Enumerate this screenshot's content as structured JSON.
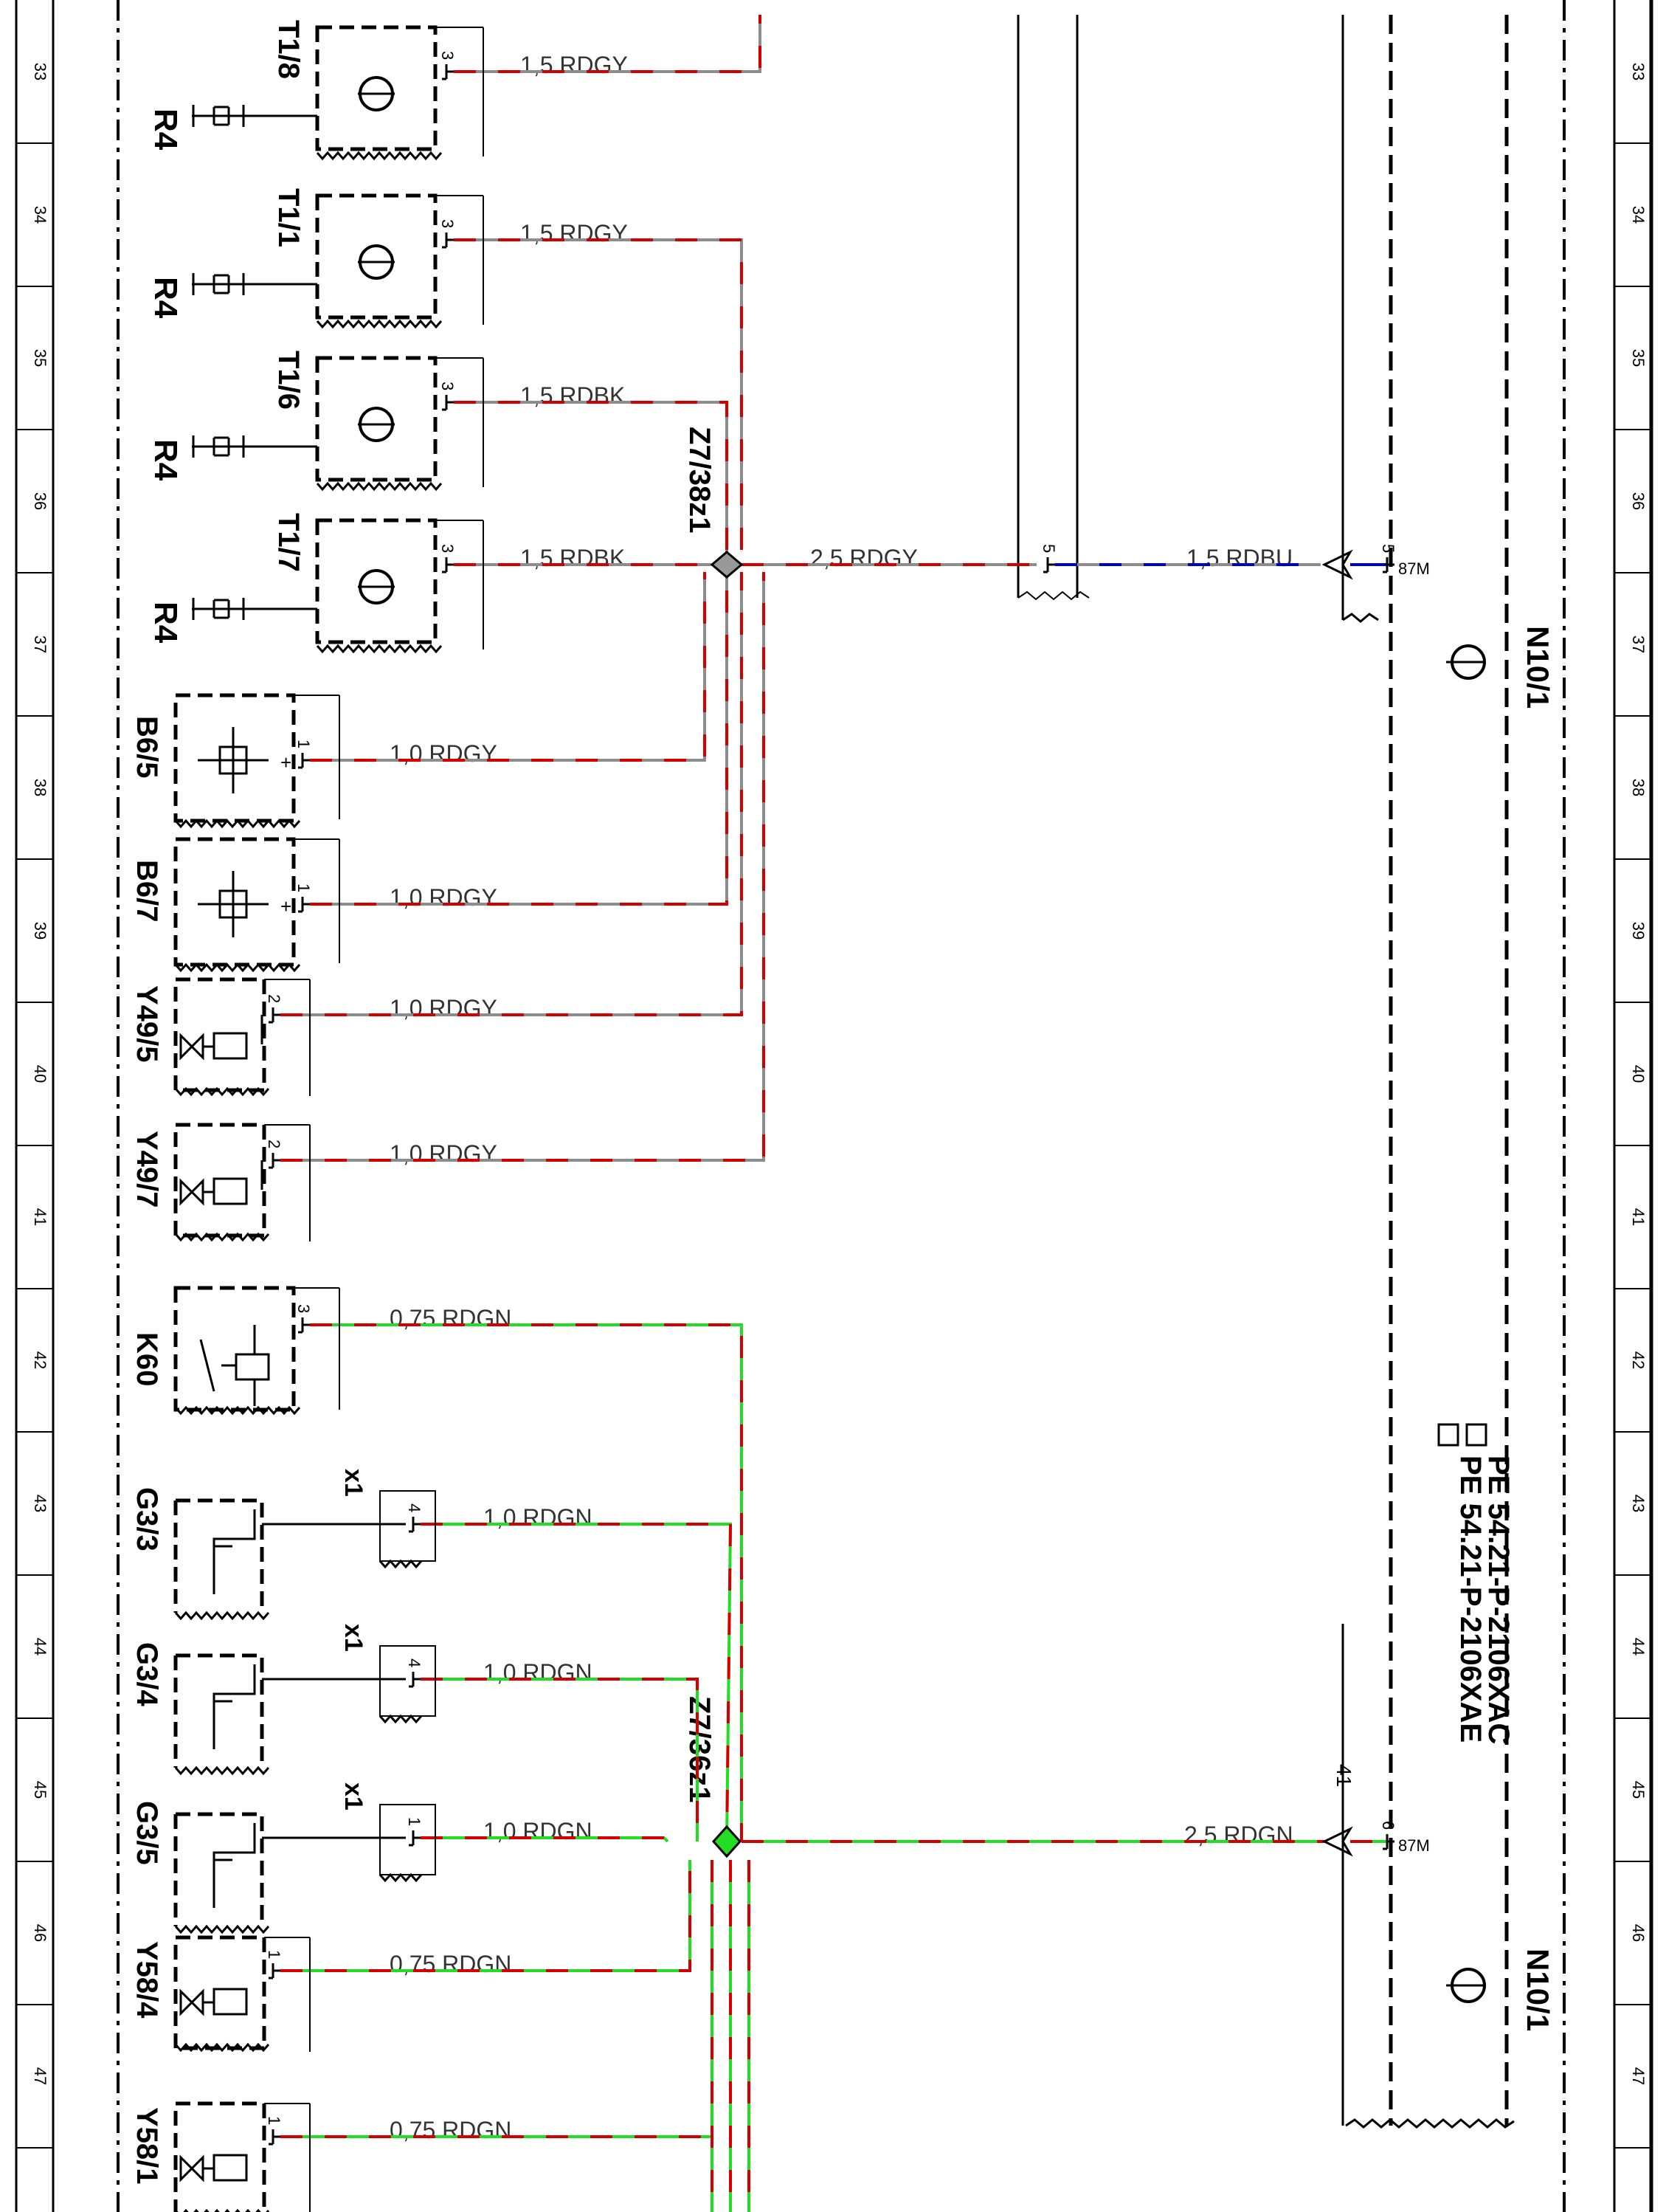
{
  "grid_numbers": [
    "33",
    "34",
    "35",
    "36",
    "37",
    "38",
    "39",
    "40",
    "41",
    "42",
    "43",
    "44",
    "45",
    "46",
    "47"
  ],
  "components": [
    {
      "id": "T1/8",
      "ref": "R4",
      "pin": "3",
      "wire": "1,5 RDGY"
    },
    {
      "id": "T1/1",
      "ref": "R4",
      "pin": "3",
      "wire": "1,5 RDGY"
    },
    {
      "id": "T1/6",
      "ref": "R4",
      "pin": "3",
      "wire": "1,5 RDBK"
    },
    {
      "id": "T1/7",
      "ref": "R4",
      "pin": "3",
      "wire": "1,5 RDBK"
    },
    {
      "id": "B6/5",
      "pin": "1",
      "wire": "1,0 RDGY"
    },
    {
      "id": "B6/7",
      "pin": "1",
      "wire": "1,0 RDGY"
    },
    {
      "id": "Y49/5",
      "pin": "2",
      "wire": "1,0 RDGY"
    },
    {
      "id": "Y49/7",
      "pin": "2",
      "wire": "1,0 RDGY"
    },
    {
      "id": "K60",
      "pin": "3",
      "wire": "0,75 RDGN"
    },
    {
      "id": "G3/3",
      "conn": "x1",
      "pin": "4",
      "wire": "1,0 RDGN"
    },
    {
      "id": "G3/4",
      "conn": "x1",
      "pin": "4",
      "wire": "1,0 RDGN"
    },
    {
      "id": "G3/5",
      "conn": "x1",
      "pin": "1",
      "wire": "1,0 RDGN"
    },
    {
      "id": "Y58/4",
      "pin": "1",
      "wire": "0,75 RDGN"
    },
    {
      "id": "Y58/1",
      "pin": "1",
      "wire": "0,75 RDGN"
    }
  ],
  "splices": {
    "upper": {
      "id": "Z7/38z1",
      "wire_out": "2,5 RDGY",
      "conn_pin": "5"
    },
    "lower": {
      "id": "Z7/36z1",
      "wire_out": "2,5 RDGN"
    }
  },
  "n10_top": {
    "id": "N10/1",
    "wire": "1,5 RDBU",
    "pin": "5",
    "terminal": "87M"
  },
  "n10_bottom": {
    "id": "N10/1",
    "wire": "2,5 RDGN",
    "pin": "6",
    "conn": "41",
    "terminal": "87M"
  },
  "references": [
    "PE 54.21-P-2106XAC",
    "PE 54.21-P-2106XAE"
  ],
  "colors": {
    "red": "#d40000",
    "gray": "#8c8c8c",
    "green": "#22dd22",
    "blue": "#0000cc",
    "black": "#000000"
  }
}
